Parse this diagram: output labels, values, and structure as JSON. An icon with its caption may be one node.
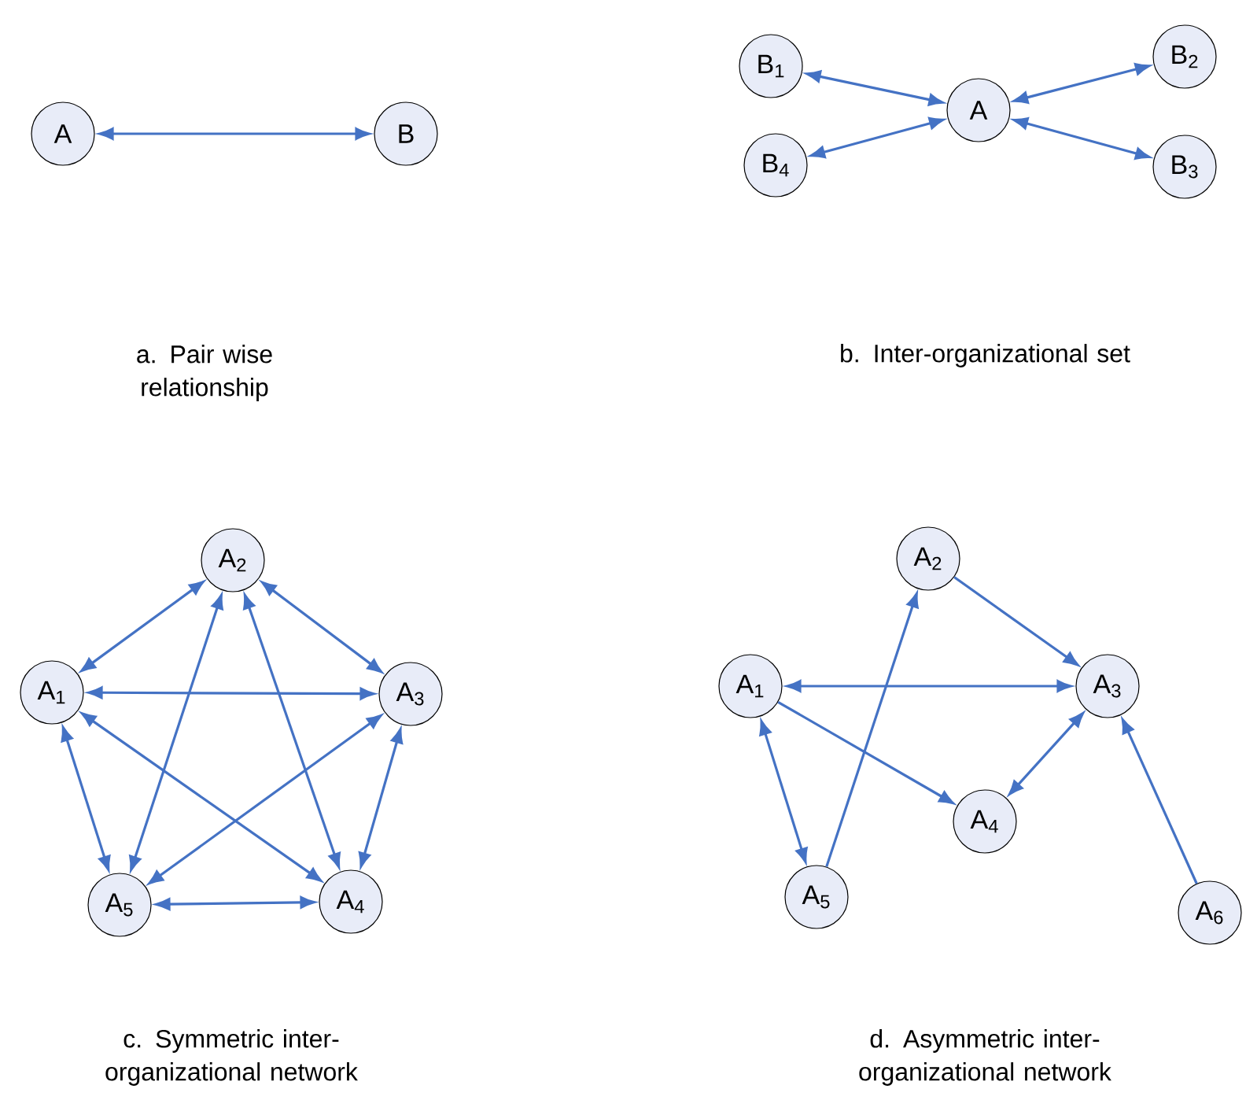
{
  "diagram": {
    "nodes": [
      {
        "text": [
          "A"
        ]
      },
      {
        "text": [
          "B"
        ]
      },
      {
        "text": [
          "B$_{1}$"
        ]
      },
      {
        "text": [
          "B$_{2}$"
        ]
      },
      {
        "text": [
          "A"
        ]
      },
      {
        "text": [
          "B$_{4}$"
        ]
      },
      {
        "text": [
          "B$_{3}$"
        ]
      },
      {
        "text": [
          "A$_{2}$"
        ]
      },
      {
        "text": [
          "A$_{1}$"
        ]
      },
      {
        "text": [
          "A$_{3}$"
        ]
      },
      {
        "text": [
          "A$_{5}$"
        ]
      },
      {
        "text": [
          "A$_{4}$"
        ]
      },
      {
        "text": [
          "A$_{2}$"
        ]
      },
      {
        "text": [
          "A$_{1}$"
        ]
      },
      {
        "text": [
          "A$_{3}$"
        ]
      },
      {
        "text": [
          "A$_{4}$"
        ]
      },
      {
        "text": [
          "A$_{5}$"
        ]
      },
      {
        "text": [
          "A$_{6}$"
        ]
      }
    ],
    "edges": [
      {
        "from": 0,
        "to": 1,
        "arrow": "both"
      },
      {
        "from": 4,
        "to": 2,
        "arrow": "both"
      },
      {
        "from": 4,
        "to": 3,
        "arrow": "both"
      },
      {
        "from": 4,
        "to": 5,
        "arrow": "both"
      },
      {
        "from": 4,
        "to": 6,
        "arrow": "both"
      },
      {
        "from": 8,
        "to": 7,
        "arrow": "both"
      },
      {
        "from": 7,
        "to": 9,
        "arrow": "both"
      },
      {
        "from": 8,
        "to": 9,
        "arrow": "both"
      },
      {
        "from": 7,
        "to": 10,
        "arrow": "both"
      },
      {
        "from": 7,
        "to": 11,
        "arrow": "both"
      },
      {
        "from": 8,
        "to": 10,
        "arrow": "both"
      },
      {
        "from": 8,
        "to": 11,
        "arrow": "both"
      },
      {
        "from": 9,
        "to": 10,
        "arrow": "both"
      },
      {
        "from": 9,
        "to": 11,
        "arrow": "both"
      },
      {
        "from": 10,
        "to": 11,
        "arrow": "both"
      },
      {
        "from": 12,
        "to": 14,
        "arrow": "to"
      },
      {
        "from": 13,
        "to": 14,
        "arrow": "both"
      },
      {
        "from": 13,
        "to": 15,
        "arrow": "to"
      },
      {
        "from": 14,
        "to": 15,
        "arrow": "both"
      },
      {
        "from": 16,
        "to": 12,
        "arrow": "to"
      },
      {
        "from": 13,
        "to": 16,
        "arrow": "both"
      },
      {
        "from": 17,
        "to": 14,
        "arrow": "to"
      }
    ],
    "labels": [
      "a. Pair wise relationship",
      "b. Inter-organizational set",
      "c. Symmetric inter-organizational network",
      "d. Asymmetric inter-organizational network"
    ]
  }
}
